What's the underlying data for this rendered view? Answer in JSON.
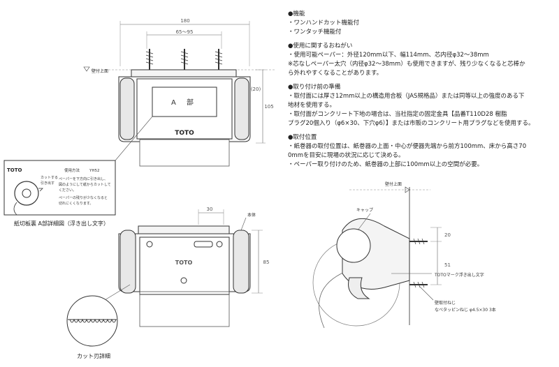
{
  "spec_sections": [
    {
      "heading": "●機能",
      "lines": [
        "・ワンハンドカット機能付",
        "・ワンタッチ機能付"
      ]
    },
    {
      "heading": "●使用に関するおねがい",
      "lines": [
        "・使用可能ペーパー：外径120mm以下、幅114mm、芯内径φ32〜38mm",
        "※芯なしペーパー太穴（内径φ32〜38mm）も使用できますが、残り少なくなると芯棒か",
        "ら外れやすくなることがあります。"
      ]
    },
    {
      "heading": "●取り付け前の準備",
      "lines": [
        "・取付面には厚さ12mm以上の構造用合板（JAS規格品）または同等以上の強度のある下",
        "地材を使用する。",
        "・取付面がコンクリート下地の場合は、当社指定の固定金具【品番T110D28 樹脂",
        "プラグ20個入り（φ6×30、下穴φ6）】または市販のコンクリート用プラグなどを使用する。"
      ]
    },
    {
      "heading": "●取付位置",
      "lines": [
        "・紙巻器の取付位置は、紙巻器の上面・中心が便器先端から前方100mm、床から高さ70",
        "0mmを目安に現場の状況に応じて決める。",
        "・ペーパー取り付けのため、紙巻器の上部に100mm以上の空間が必要。"
      ]
    }
  ],
  "front_view": {
    "dim_width": "180",
    "dim_pitch": "65〜95",
    "dim_height": "105",
    "dim_top": "(20)",
    "wall_top_label": "壁付上面",
    "a_part_label": "A 部",
    "brand": "TOTO"
  },
  "detail": {
    "brand": "TOTO",
    "cut_label": "カットする",
    "pull_label": "引き出す",
    "usage_title": "使用方法",
    "model": "YH52",
    "text_lines": [
      "ペーパーを下方向に引き出し、",
      "図のようにして紙からカットして",
      "ください。",
      "ペーパーの残りが少なくなると",
      "切れにくくなります。"
    ],
    "caption": "紙切板裏 A部詳細図（浮き出し文字）"
  },
  "top_view": {
    "dim_30": "30",
    "dim_85": "85",
    "body_label": "本体",
    "brand": "TOTO"
  },
  "cut_detail_caption": "カット刃詳細",
  "side_view": {
    "wall_top_label": "壁付上面",
    "cap_label": "キャップ",
    "dim_20": "20",
    "dim_51": "51",
    "logo_label": "TOTOマーク浮き出し文字",
    "screw_label_1": "壁取付ねじ",
    "screw_label_2": "なべタッピンねじ φ4.5×30 3本"
  }
}
